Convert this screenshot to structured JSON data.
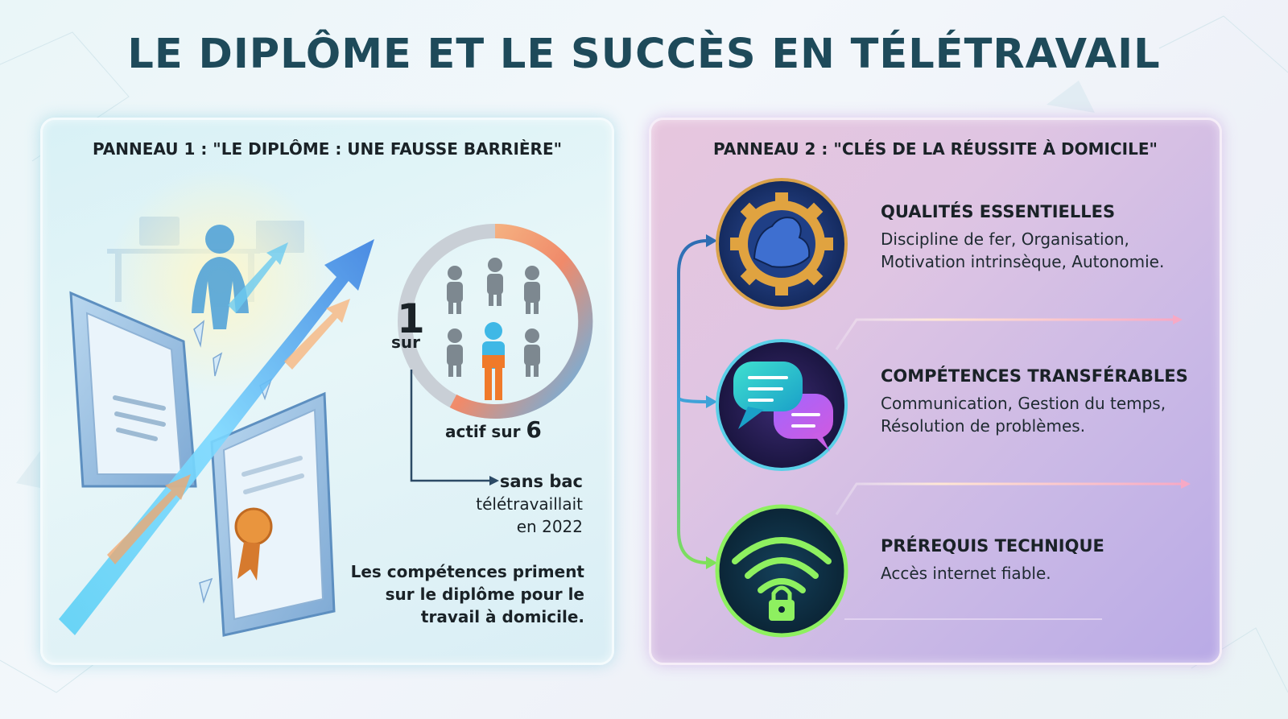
{
  "title": "LE DIPLÔME ET LE SUCCÈS EN TÉLÉTRAVAIL",
  "panel1": {
    "title": "PANNEAU 1 : \"LE DIPLÔME : UNE FAUSSE BARRIÈRE\"",
    "stat": {
      "numerator": "1",
      "sur_label": "sur",
      "actif_label": "actif sur",
      "denominator": "6",
      "desc_bold": "sans bac",
      "desc_line2": "télétravaillait",
      "desc_line3": "en 2022",
      "highlight_fraction": 0.1667
    },
    "summary_lines": [
      "Les compétences priment",
      "sur le diplôme pour le",
      "travail à domicile."
    ]
  },
  "panel2": {
    "title": "PANNEAU 2 : \"CLÉS DE LA RÉUSSITE À DOMICILE\"",
    "items": [
      {
        "title": "QUALITÉS ESSENTIELLES",
        "desc_lines": [
          "Discipline de fer, Organisation,",
          "Motivation intrinsèque, Autonomie."
        ],
        "icon": "muscle-gear-icon"
      },
      {
        "title": "COMPÉTENCES TRANSFÉRABLES",
        "desc_lines": [
          "Communication, Gestion du temps,",
          "Résolution de problèmes."
        ],
        "icon": "chat-bubbles-icon"
      },
      {
        "title": "PRÉREQUIS TECHNIQUE",
        "desc_lines": [
          "Accès internet fiable."
        ],
        "icon": "wifi-lock-icon"
      }
    ]
  },
  "colors": {
    "title": "#1e4a5a",
    "panel1_bg": "#dff3f7",
    "panel2_bg": "#d9c2e5",
    "highlight_person": "#f07a2a",
    "connector_blue": "#2e6db3",
    "connector_green": "#7fe05a"
  }
}
